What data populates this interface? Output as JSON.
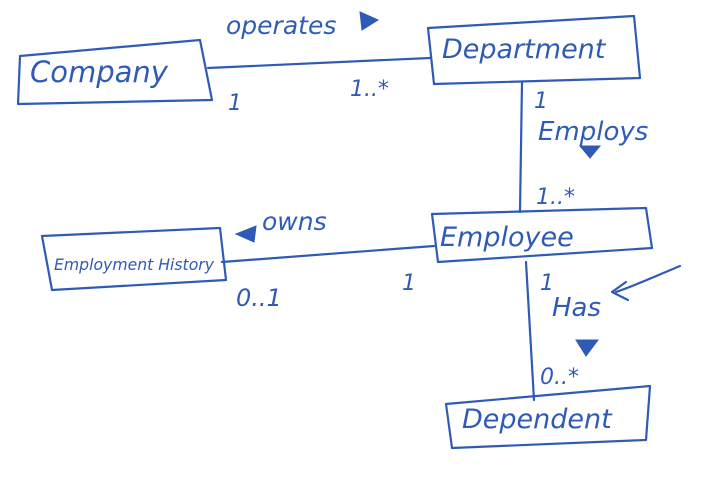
{
  "diagram": {
    "ink_color": "#2f5bb7",
    "classes": {
      "company": "Company",
      "department": "Department",
      "employee": "Employee",
      "employment_history": "Employment History",
      "dependent": "Dependent"
    },
    "associations": {
      "operates": {
        "label": "operates",
        "source_multiplicity": "1",
        "target_multiplicity": "1..*"
      },
      "employs": {
        "label": "Employs",
        "source_multiplicity": "1",
        "target_multiplicity": "1..*"
      },
      "owns": {
        "label": "owns",
        "source_multiplicity": "1",
        "target_multiplicity": "0..1"
      },
      "has": {
        "label": "Has",
        "source_multiplicity": "1",
        "target_multiplicity": "0..*"
      }
    }
  }
}
